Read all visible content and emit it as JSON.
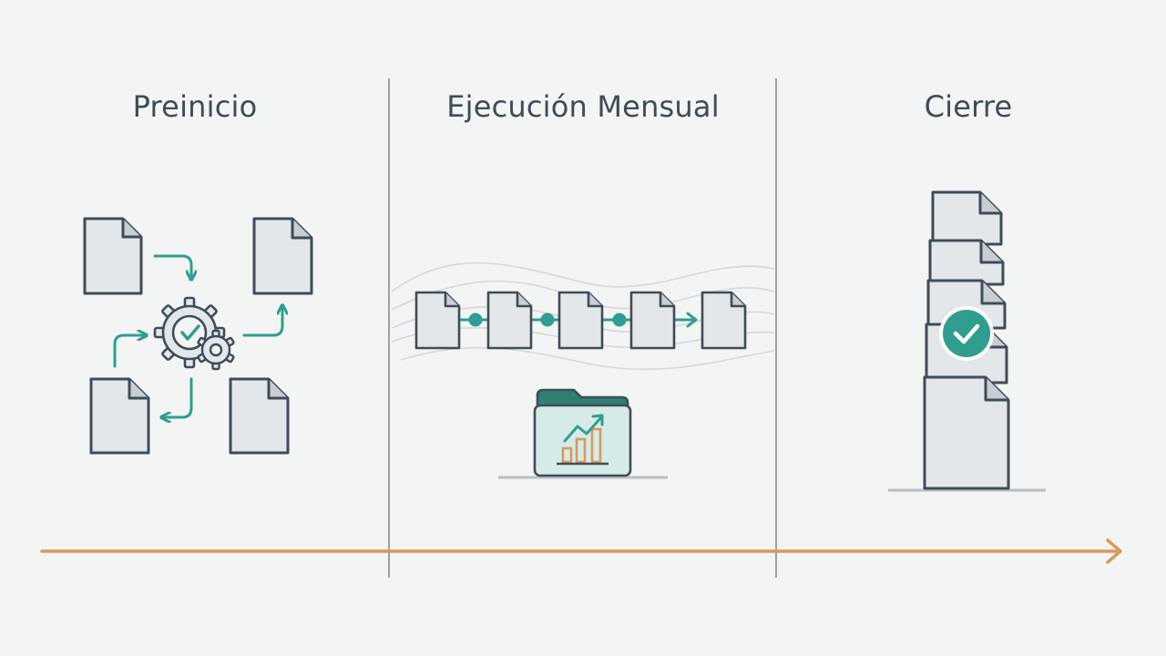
{
  "phases": [
    {
      "title": "Preinicio"
    },
    {
      "title": "Ejecución Mensual"
    },
    {
      "title": "Cierre"
    }
  ],
  "colors": {
    "background": "#f3f4f4",
    "divider": "#9aa3aa",
    "timeline_arrow": "#d69a5c",
    "doc_fill": "#e4e7ea",
    "doc_stroke": "#3e4c59",
    "teal_accent": "#2f9e8f",
    "folder_tab": "#2f8073",
    "folder_body": "#d6ebe7",
    "chart_bars": "#d69a5c",
    "title_text": "#3e4c59"
  },
  "icons": {
    "preinicio": [
      "document-icon",
      "gears-check-icon",
      "cycle-arrows-icon"
    ],
    "ejecucion": [
      "document-chain-icon",
      "folder-growth-chart-icon"
    ],
    "cierre": [
      "stacked-documents-icon",
      "check-badge-icon"
    ]
  }
}
